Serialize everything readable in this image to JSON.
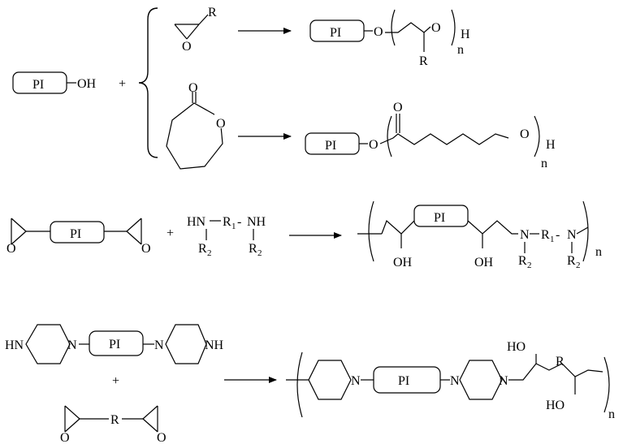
{
  "labels": {
    "pi": "PI",
    "oh": "OH",
    "ho": "HO",
    "o": "O",
    "r": "R",
    "h": "H",
    "hn": "HN",
    "nh": "NH",
    "n": "N",
    "n_repeat": "n",
    "plus": "+",
    "r1": "R",
    "r2": "R",
    "sub1": "1",
    "sub2": "2",
    "dash": "-"
  }
}
